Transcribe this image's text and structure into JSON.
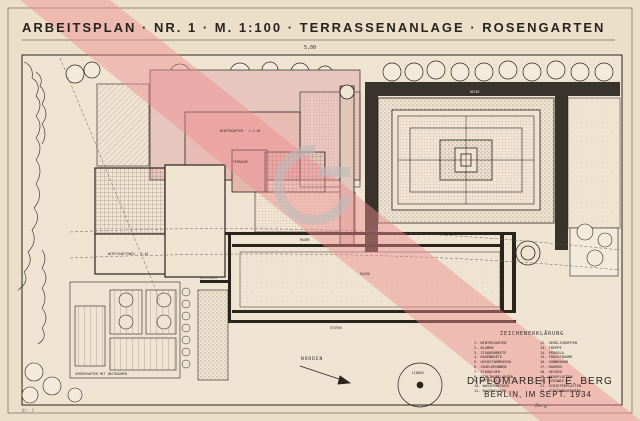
{
  "title": "ARBEITSPLAN · NR. 1 · M. 1:100 · TERRASSENANLAGE · ROSENGARTEN",
  "scale_bar_label": "5,00",
  "north_label": "NORDEN",
  "legend": {
    "title": "ZEICHENERKLÄRUNG",
    "left_column": [
      "1. WINTERGARTEN",
      "2. BLUMEN",
      "3. STAUDENBEETE",
      "4. ROSENBEETE",
      "5. HOCHSTAMMROSEN",
      "6. VOGELBRUNNEN",
      "7. STRÄUCHER",
      "8. SCHLINGPFLANZEN",
      "9. SITZPLATZ",
      "10. WASSERBECKEN",
      "11. RASENFLÄCHE"
    ],
    "right_column": [
      "12. GEHÖLZGRUPPEN",
      "13. TREPPE",
      "14. PERGOLA",
      "15. FRUCHTBÄUME",
      "16. SONNENUHR",
      "17. MAUERN",
      "18. HECKEN",
      "19. WEGEPLATTEN",
      "20. KIESWEG",
      "21. SCHIEFERPLATTEN",
      "22. STUFENMAUERWERK"
    ]
  },
  "signature": {
    "line1": "DIPLOMARBEIT · E. BERG",
    "line2": "BERLIN, IM SEPT. 1934",
    "handwritten": "Berg"
  },
  "plan_labels": {
    "wintergarten": "WINTERGARTEN · 1:2,40",
    "terrasse": "TERRASSE",
    "sitzplatz": "SITZPLATZ",
    "rasen": "RASEN",
    "gemuese": "GEMÜSEGARTEN MIT OBSTBÄUMEN",
    "wirtschaft": "WIRTSCHAFTSWEG · 2,40",
    "linden": "LINDEN",
    "stufen": "STUFEN",
    "mauer": "MAUER",
    "hecke": "HECKE"
  },
  "corner_text": "Nr. 1",
  "colors": {
    "paper": "#ecdfca",
    "ink": "#2a241e",
    "watermark_pink": "#f2a6a8",
    "hatch": "#b9826f"
  },
  "icons": {
    "north_arrow": "north-arrow-icon",
    "trees": "tree-canopy-icon"
  }
}
